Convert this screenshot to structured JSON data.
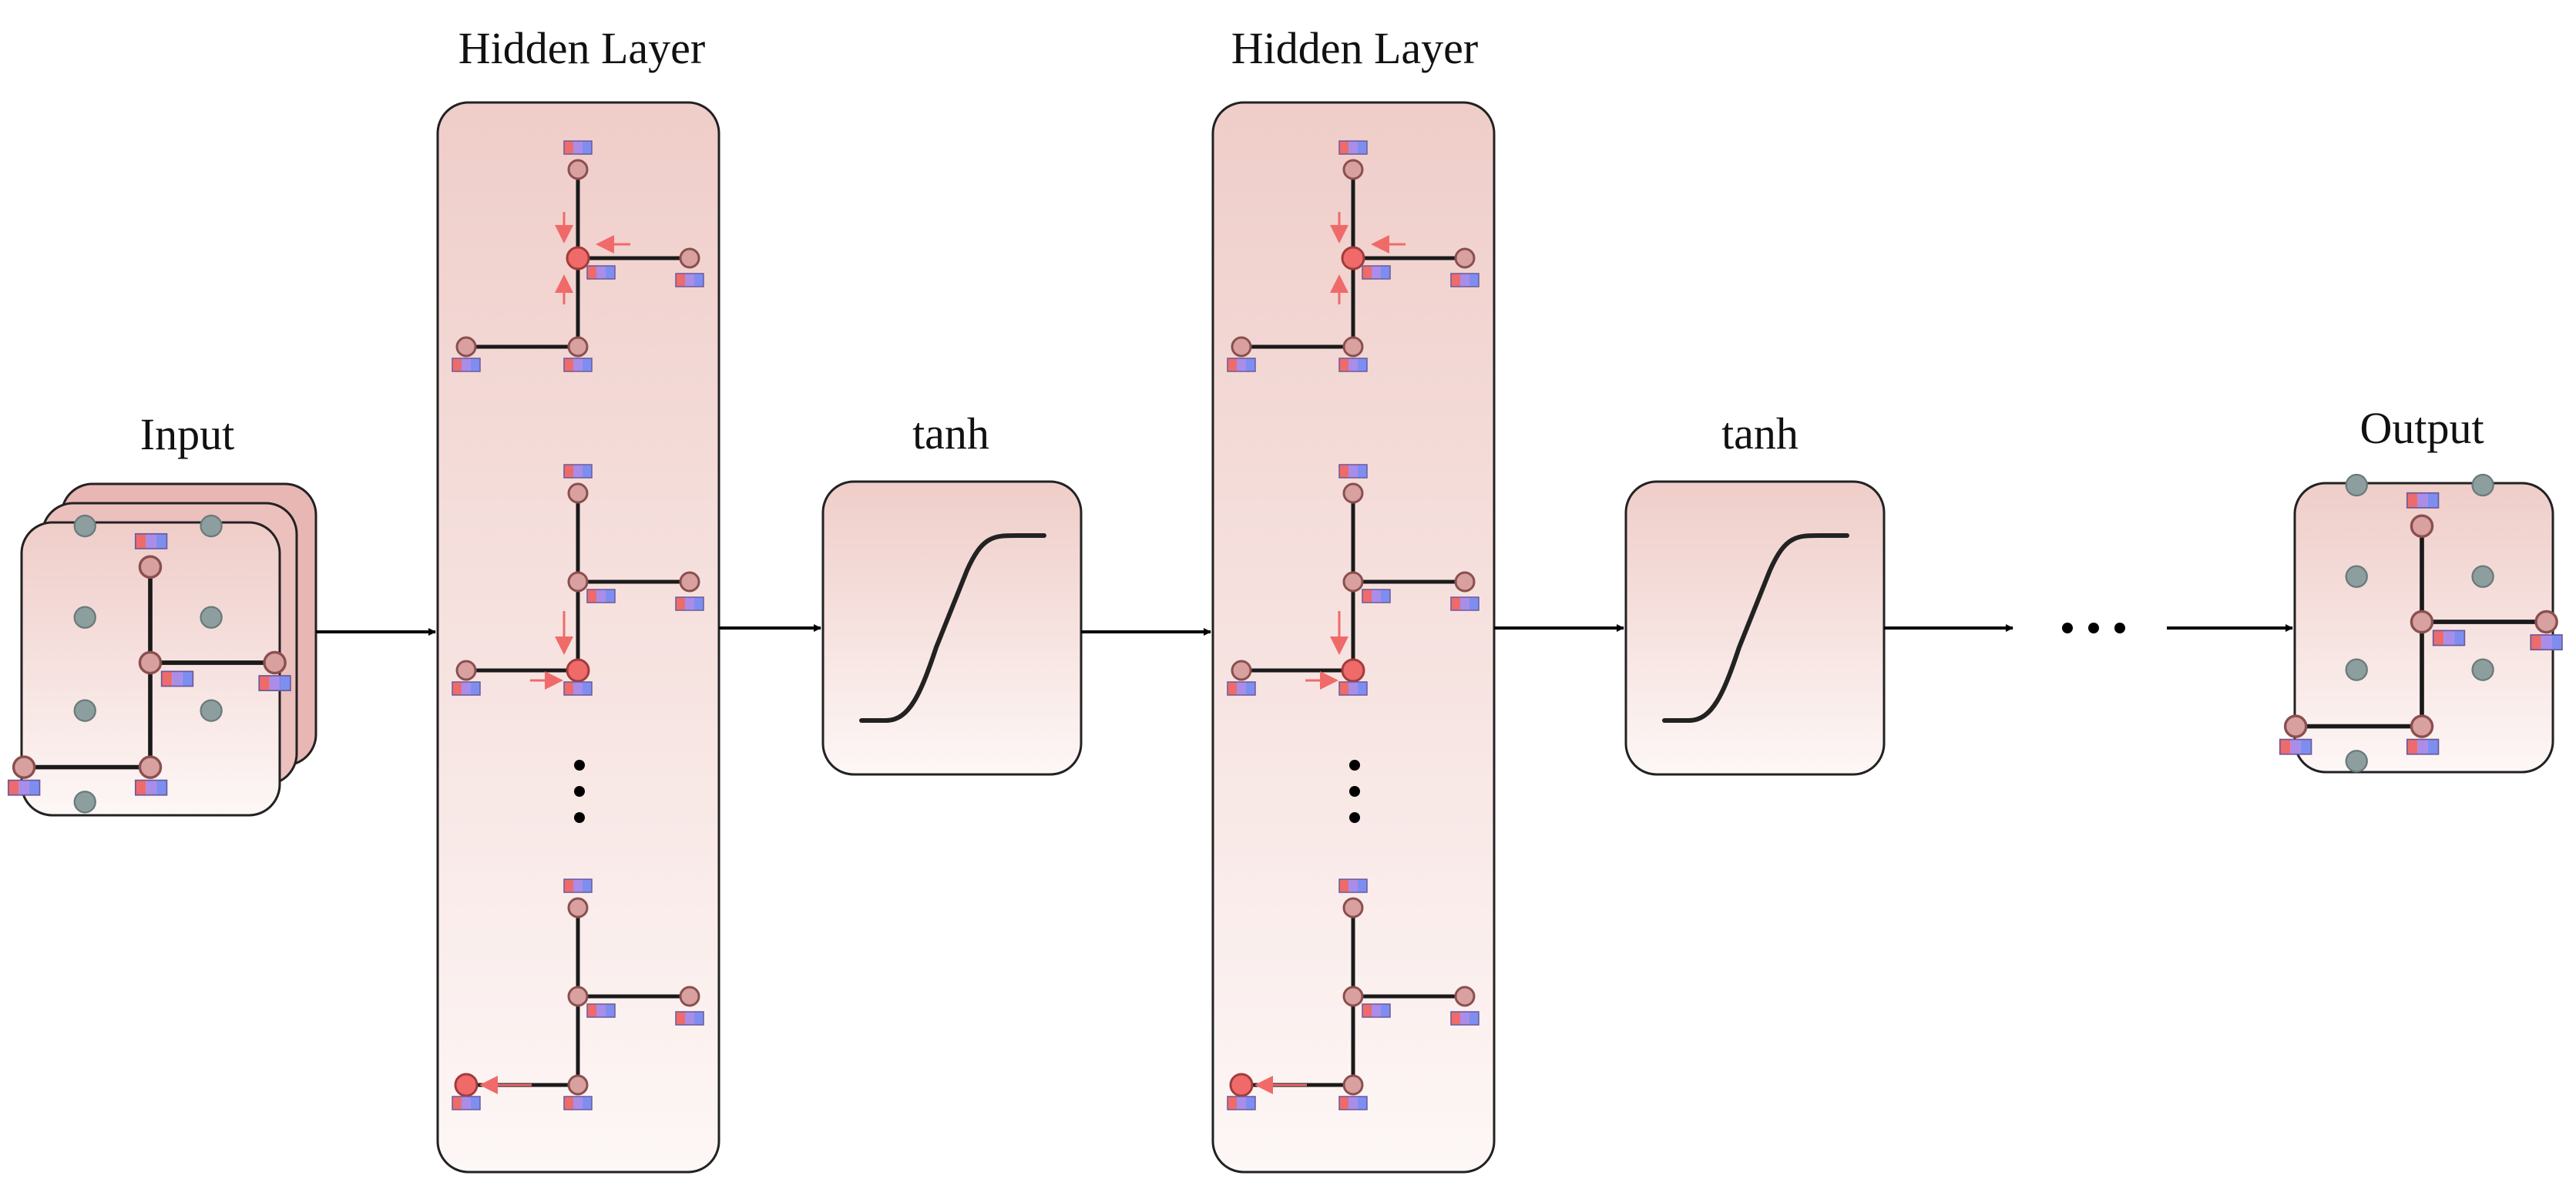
{
  "labels": {
    "input": "Input",
    "hidden_layer_1": "Hidden Layer",
    "activation_1": "tanh",
    "hidden_layer_2": "Hidden Layer",
    "activation_2": "tanh",
    "output": "Output"
  },
  "colors": {
    "box_fill_top": "#efcdc9",
    "box_fill_bottom": "#fdf7f6",
    "node": "#d9a0a0",
    "node_active": "#f06a6a",
    "node_idle": "#8c9e9e",
    "message_arrow": "#f06a6a",
    "feature_red": "#ee6b6b",
    "feature_purple": "#a98de8",
    "feature_blue": "#7e8ef0"
  }
}
